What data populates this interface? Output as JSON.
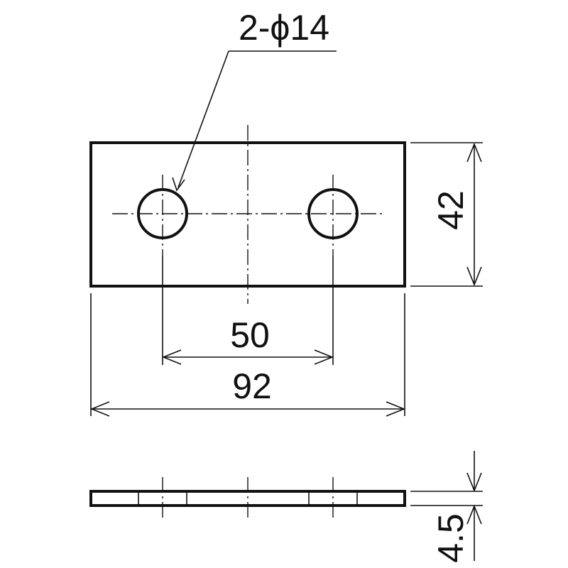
{
  "labels": {
    "hole_callout": "2-ϕ14",
    "height_dim": "42",
    "hole_spacing_dim": "50",
    "overall_width_dim": "92",
    "thickness_dim": "4.5"
  }
}
